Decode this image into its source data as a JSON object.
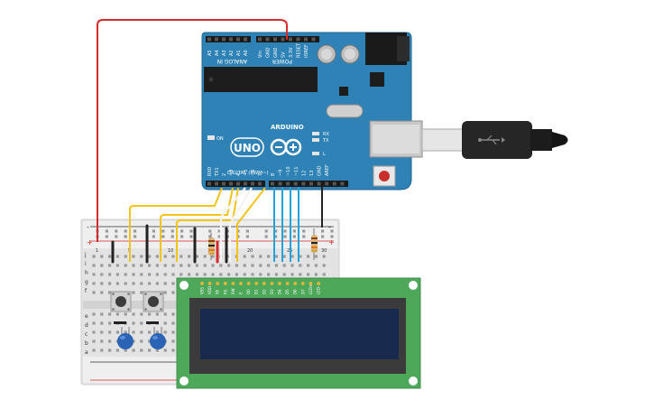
{
  "arduino": {
    "brand": "ARDUINO",
    "model": "UNO",
    "on_label": "ON",
    "rx_label": "RX",
    "tx_label": "TX",
    "l_label": "L",
    "analog_label": "ANALOG IN",
    "power_label": "POWER",
    "digital_label": "DIGITAL (PWM~)",
    "analog_pins": [
      "A5",
      "A4",
      "A3",
      "A2",
      "A1",
      "A0"
    ],
    "power_pins": [
      "Vin",
      "GND",
      "GND",
      "5V",
      "3.3V",
      "RESET",
      "IOREF"
    ],
    "digital_pins_left": [
      "RX0",
      "TX1",
      "2",
      "~3",
      "4",
      "~5",
      "~6",
      "7"
    ],
    "digital_pins_right": [
      "8",
      "~9",
      "~10",
      "~11",
      "12",
      "13",
      "GND",
      "AREF"
    ]
  },
  "breadboard": {
    "plus_symbol": "+",
    "minus_symbol": "-",
    "row_letters_top": [
      "j",
      "i",
      "h",
      "g",
      "f"
    ],
    "row_letters_bottom": [
      "e",
      "d",
      "c",
      "b",
      "a"
    ],
    "column_numbers": [
      "1",
      "5",
      "10",
      "15",
      "20",
      "25",
      "30"
    ]
  },
  "lcd": {
    "pin_labels": [
      "VSS",
      "VDD",
      "V0",
      "RS",
      "RW",
      "E",
      "D0",
      "D1",
      "D2",
      "D3",
      "D4",
      "D5",
      "D6",
      "D7",
      "LED+",
      "LED-"
    ]
  },
  "colors": {
    "board": "#2e82b5",
    "wire_red": "#d42b2b",
    "wire_yellow": "#f2c318",
    "wire_blue": "#1fa3da",
    "wire_black": "#222222",
    "wire_white": "#f4f4f4",
    "lcd_pcb": "#4da85a",
    "lcd_screen": "#182a4e"
  }
}
